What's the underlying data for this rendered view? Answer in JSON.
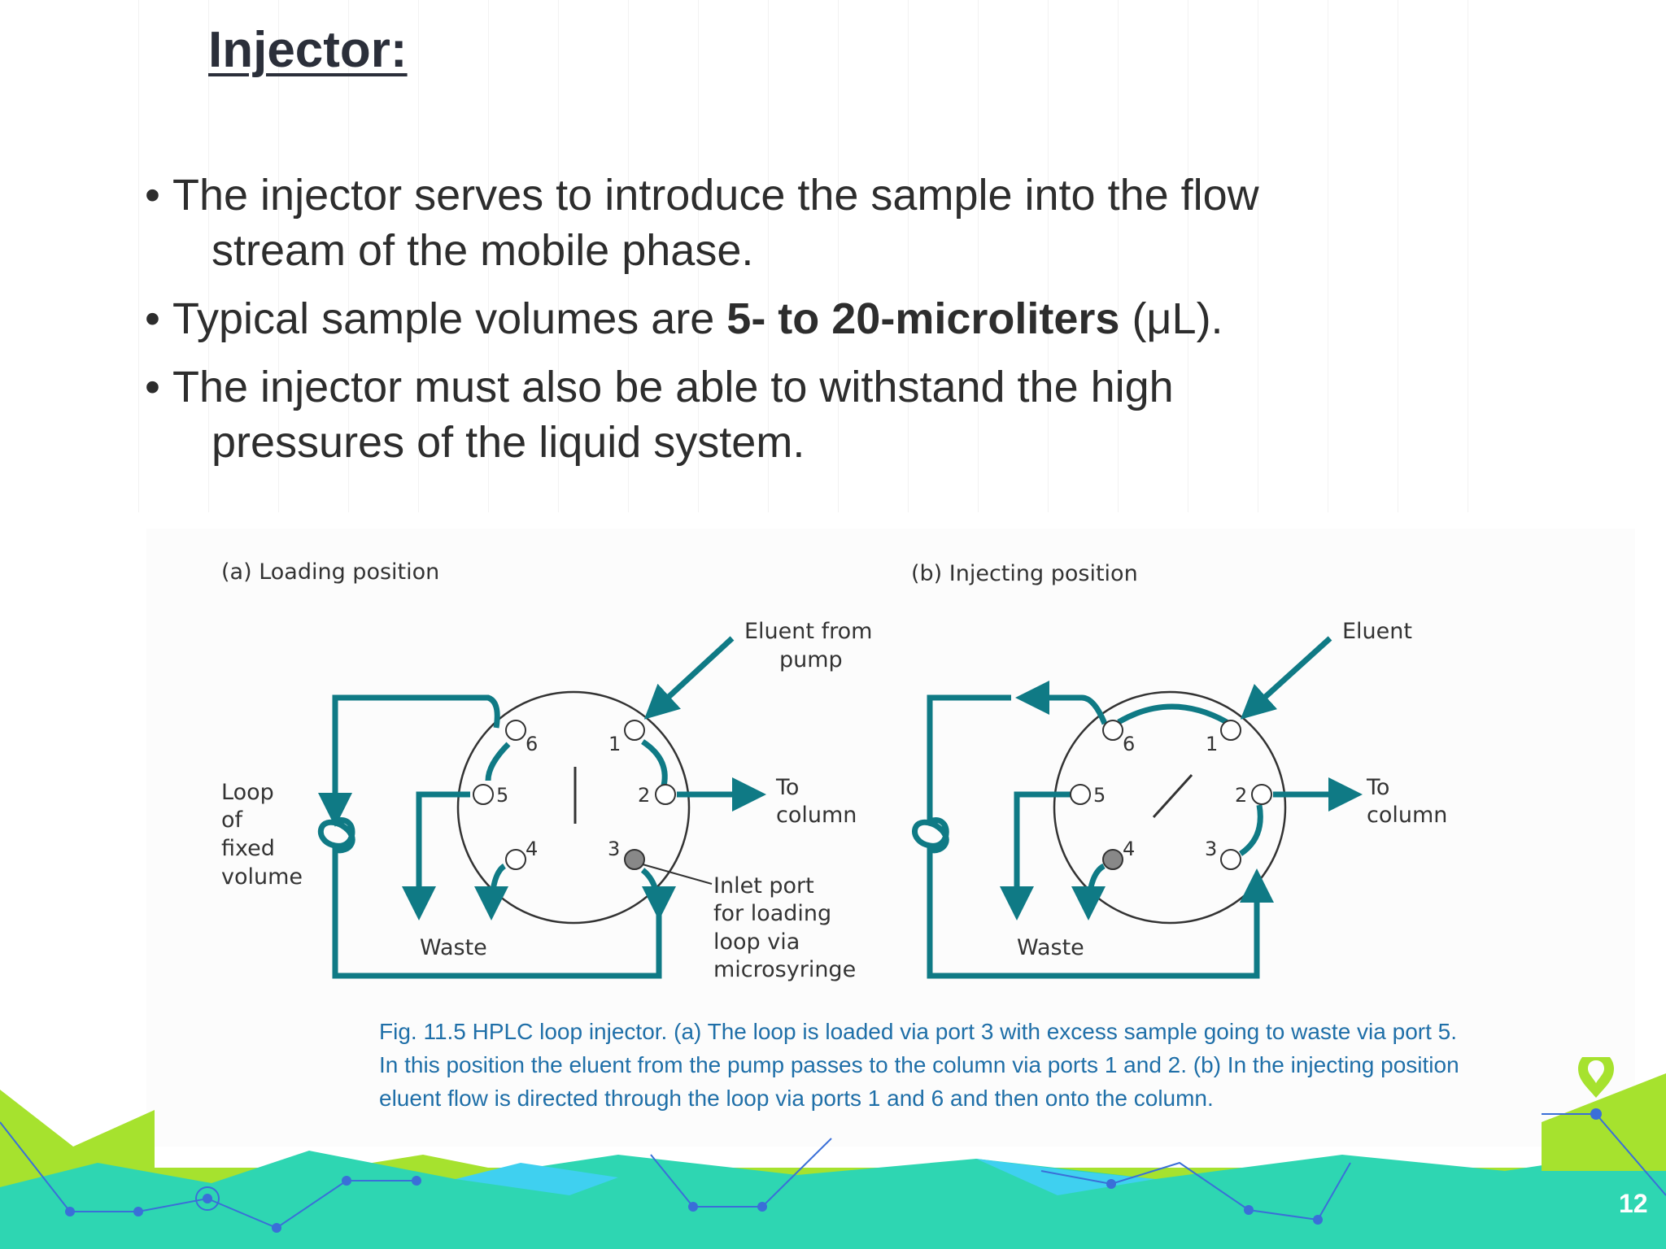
{
  "slide": {
    "title": "Injector:",
    "page_number": "12",
    "bullets": [
      {
        "line1": "The injector serves to introduce the sample into the flow",
        "line2": "stream of the mobile phase."
      },
      {
        "pre": "Typical sample volumes are ",
        "bold": "5- to 20-microliters",
        "post": " (μL)."
      },
      {
        "line1": "The injector must also be able to withstand the high",
        "line2": "pressures of the liquid system."
      }
    ]
  },
  "figure": {
    "panel_a": {
      "label": "(a) Loading position",
      "eluent_line1": "Eluent from",
      "eluent_line2": "pump",
      "to_line1": "To",
      "to_line2": "column",
      "loop_lines": [
        "Loop",
        "of",
        "fixed",
        "volume"
      ],
      "waste": "Waste",
      "inlet_lines": [
        "Inlet port",
        "for loading",
        "loop via",
        "microsyringe"
      ],
      "ports": [
        "1",
        "2",
        "3",
        "4",
        "5",
        "6"
      ]
    },
    "panel_b": {
      "label": "(b) Injecting position",
      "eluent": "Eluent",
      "to_line1": "To",
      "to_line2": "column",
      "waste": "Waste",
      "ports": [
        "1",
        "2",
        "3",
        "4",
        "5",
        "6"
      ]
    },
    "caption_line1": "Fig. 11.5  HPLC loop injector. (a) The loop is loaded via port 3 with excess sample going to waste via port 5.",
    "caption_line2": "In this position the eluent from the pump passes to the column via ports 1 and 2. (b) In the injecting position",
    "caption_line3": "eluent flow is directed through the loop via ports 1 and 6 and then onto the column.",
    "colors": {
      "flow": "#0f7a85",
      "text": "#333333",
      "caption": "#1f6fa8"
    }
  },
  "theme": {
    "green": "#a6e22e",
    "teal": "#2ed6b2",
    "blue": "#3fd0f0",
    "node": "#3a6fd8"
  }
}
